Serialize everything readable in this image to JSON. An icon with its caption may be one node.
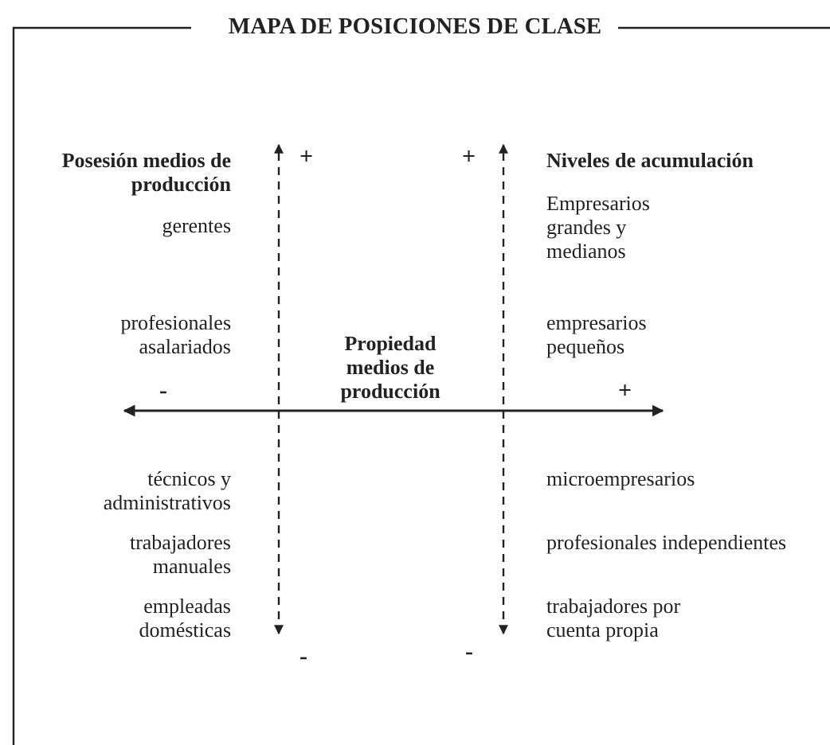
{
  "diagram": {
    "title": "MAPA DE POSICIONES DE CLASE",
    "labels": [
      "Posesión medios de producción",
      "+",
      "+",
      "Niveles de acumulación",
      "gerentes",
      "Empresarios grandes y medianos",
      "profesionales asalariados",
      "Propiedad medios de producción",
      "empresarios pequeños",
      "-",
      "+",
      "técnicos y administrativos",
      "microempresarios",
      "trabajadores manuales",
      "profesionales independientes",
      "empleadas domésticas",
      "trabajadores por cuenta propia",
      "-",
      "-"
    ]
  }
}
